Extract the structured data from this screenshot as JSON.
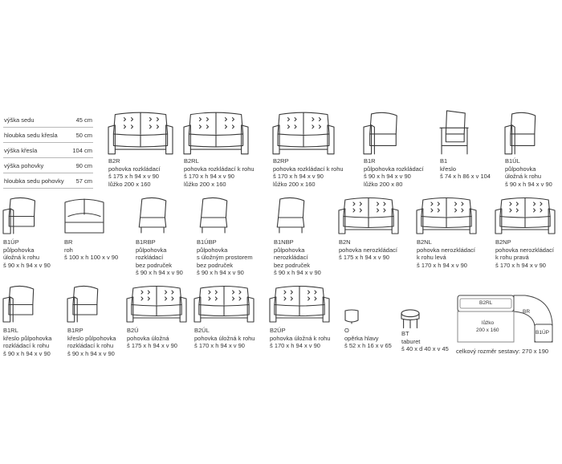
{
  "dimensions": [
    {
      "label": "výška sedu",
      "value": "45 cm"
    },
    {
      "label": "hloubka sedu křesla",
      "value": "50 cm"
    },
    {
      "label": "výška křesla",
      "value": "104 cm"
    },
    {
      "label": "výška pohovky",
      "value": "90 cm"
    },
    {
      "label": "hloubka sedu pohovky",
      "value": "57 cm"
    }
  ],
  "items": [
    {
      "code": "B2R",
      "desc": "pohovka rozkládací\nš 175 x h 94 x v 90\nlůžko 200 x 160"
    },
    {
      "code": "B2RL",
      "desc": "pohovka rozkládací k rohu\nš 170 x h 94 x v 90\nlůžko 200 x 160"
    },
    {
      "code": "B2RP",
      "desc": "pohovka rozkládací k rohu\nš 170 x h 94 x v 90\nlůžko 200 x 160"
    },
    {
      "code": "B1R",
      "desc": "půlpohovka rozkládací\nš 90 x h 94 x v 90\nlůžko 200 x 80"
    },
    {
      "code": "B1",
      "desc": "křeslo\nš 74 x h 86 x v 104"
    },
    {
      "code": "B1ÚL",
      "desc": "půlpohovka\núložná k rohu\nš 90 x h 94 x v 90"
    },
    {
      "code": "B1ÚP",
      "desc": "půlpohovka\núložná k rohu\nš 90 x h 94 x v 90"
    },
    {
      "code": "BR",
      "desc": "roh\nš 100 x h 100 x v 90"
    },
    {
      "code": "B1RBP",
      "desc": "půlpohovka\nrozkládací\nbez područek\nš 90 x h 94 x v 90"
    },
    {
      "code": "B1ÚBP",
      "desc": "půlpohovka\ns úložným prostorem\nbez područek\nš 90 x h 94 x v 90"
    },
    {
      "code": "B1NBP",
      "desc": "půlpohovka\nnerozkládací\nbez područek\nš 90 x h 94 x v 90"
    },
    {
      "code": "B2N",
      "desc": "pohovka nerozkládací\nš 175 x h 94 x v 90"
    },
    {
      "code": "B2NL",
      "desc": "pohovka nerozkládací\nk rohu levá\nš 170 x h 94 x v 90"
    },
    {
      "code": "B2NP",
      "desc": "pohovka nerozkládací\nk rohu pravá\nš 170 x h 94 x v 90"
    },
    {
      "code": "B1RL",
      "desc": "křeslo půlpohovka\nrozkládací k rohu\nš 90 x h 94 x v 90"
    },
    {
      "code": "B1RP",
      "desc": "křeslo půlpohovka\nrozkládací k rohu\nš 90 x h 94 x v 90"
    },
    {
      "code": "B2Ú",
      "desc": "pohovka úložná\nš 175 x h 94 x v 90"
    },
    {
      "code": "B2ÚL",
      "desc": "pohovka úložná k rohu\nš 170 x h 94 x v 90"
    },
    {
      "code": "B2ÚP",
      "desc": "pohovka úložná k rohu\nš 170 x h 94 x v 90"
    },
    {
      "code": "O",
      "desc": "opěrka hlavy\nš 52 x h 16 x v 65"
    },
    {
      "code": "BT",
      "desc": "taburet\nš 40 x d 40 x v 45"
    }
  ],
  "plan": {
    "labels": [
      "B2RL",
      "BR",
      "lůžko",
      "200 x 160",
      "B1ÚP"
    ],
    "total": "celkový rozměr sestavy: 270 x 190"
  }
}
